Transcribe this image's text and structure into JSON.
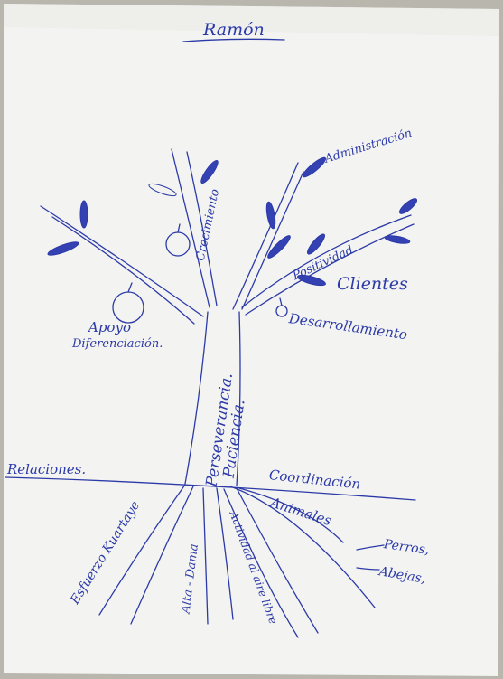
{
  "drawing": {
    "title": "Ramón",
    "branches": {
      "trunk_upper": "Perseverancia.",
      "trunk_lower": "Paciencia.",
      "growth": "Crecimiento",
      "positivity": "Positividad",
      "administration": "Administración",
      "clients": "Clientes",
      "development": "Desarrollamiento",
      "support": "Apoyo",
      "differentiation": "Diferenciación."
    },
    "roots": {
      "relations": "Relaciones.",
      "coordination": "Coordinación",
      "animals": "Animales",
      "dogs": "Perros,",
      "bees": "Abejas,",
      "effort": "Esfuerzo Kuartaye",
      "height": "Alta - Dama",
      "free_activity": "Actividad al aire libre"
    }
  },
  "colors": {
    "ink": "#2c3aa8",
    "paper": "#f3f3f1",
    "background": "#b9b6ad"
  }
}
